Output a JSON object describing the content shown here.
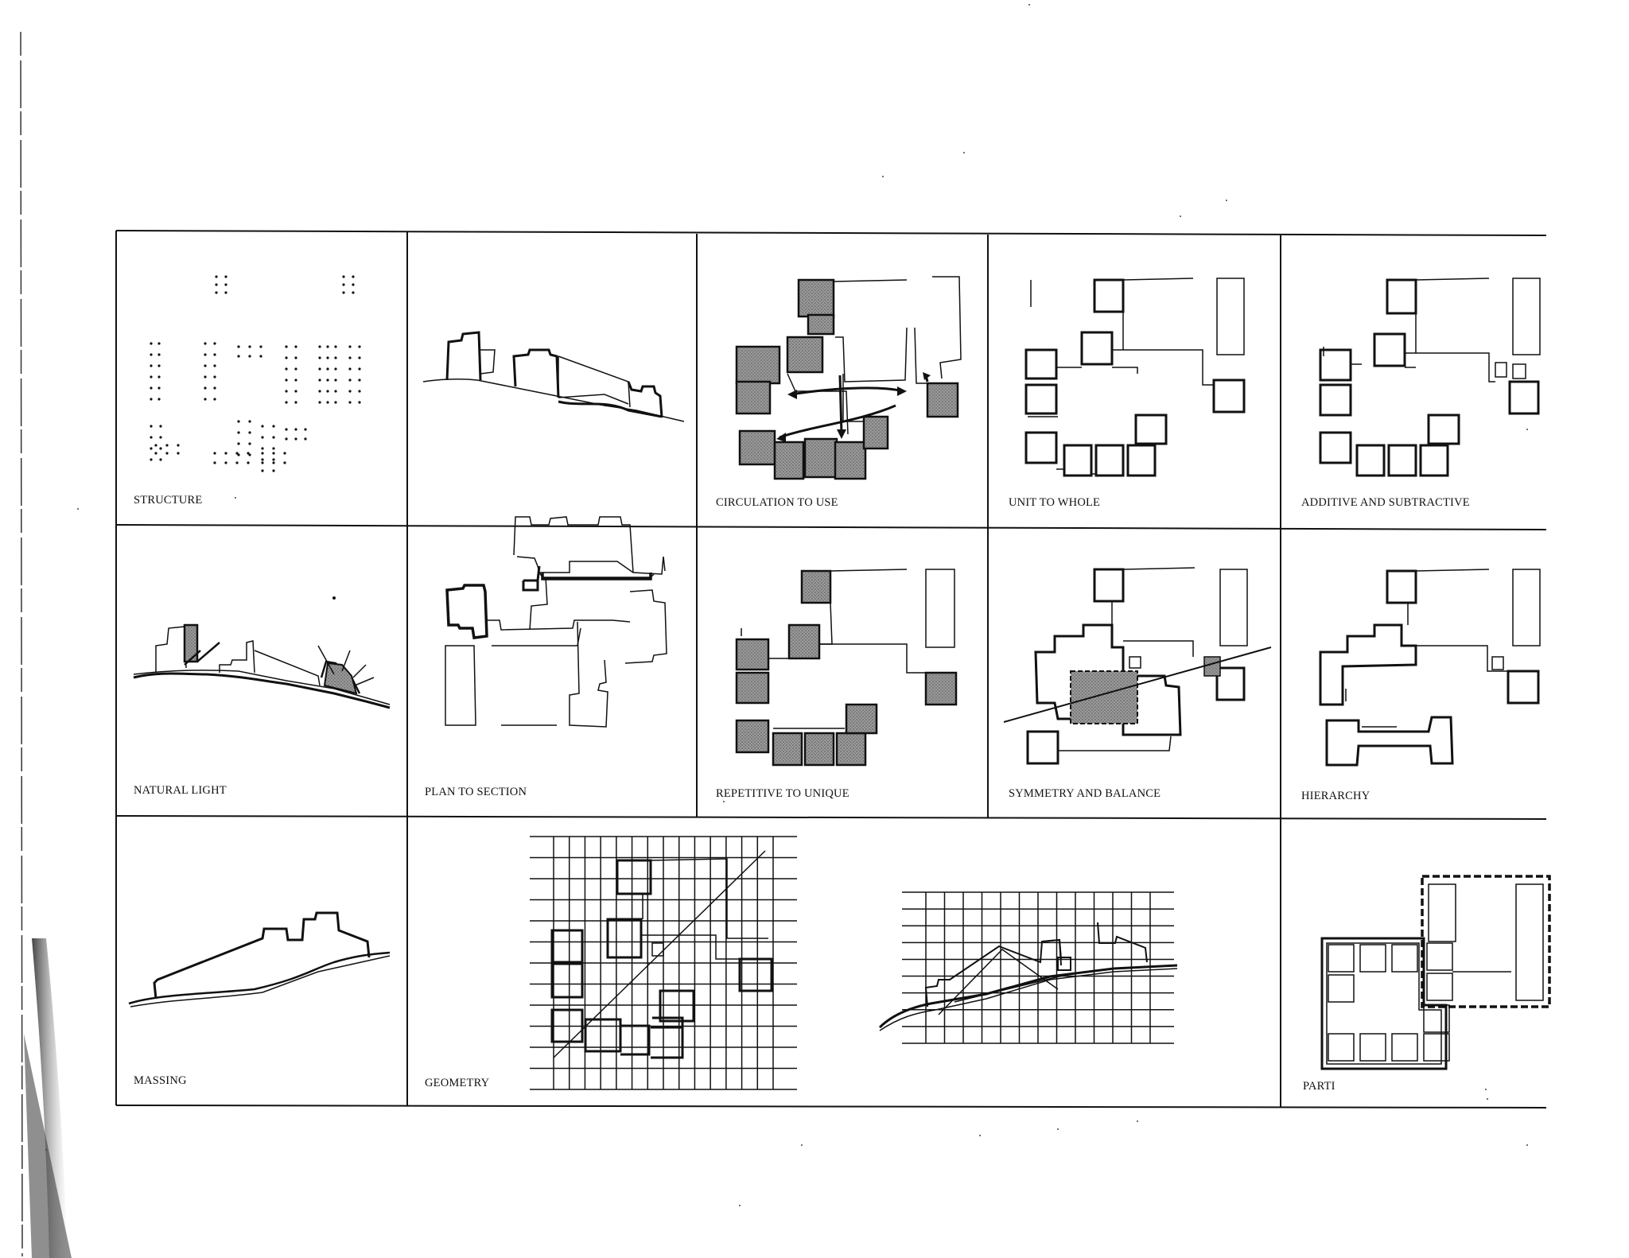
{
  "sheet": {
    "colors": {
      "ink": "#111111",
      "poche": "#8a8a8a",
      "paper": "#ffffff"
    },
    "panels": [
      {
        "id": "structure",
        "label": "STRUCTURE"
      },
      {
        "id": "plan-to-section",
        "label": "PLAN TO SECTION"
      },
      {
        "id": "circulation-to-use",
        "label": "CIRCULATION TO USE"
      },
      {
        "id": "unit-to-whole",
        "label": "UNIT TO WHOLE"
      },
      {
        "id": "additive-and-subtractive",
        "label": "ADDITIVE AND SUBTRACTIVE"
      },
      {
        "id": "natural-light",
        "label": "NATURAL LIGHT"
      },
      {
        "id": "repetitive-to-unique",
        "label": "REPETITIVE TO UNIQUE"
      },
      {
        "id": "symmetry-and-balance",
        "label": "SYMMETRY AND BALANCE"
      },
      {
        "id": "hierarchy",
        "label": "HIERARCHY"
      },
      {
        "id": "massing",
        "label": "MASSING"
      },
      {
        "id": "geometry",
        "label": "GEOMETRY"
      },
      {
        "id": "parti",
        "label": "PARTI"
      }
    ]
  }
}
